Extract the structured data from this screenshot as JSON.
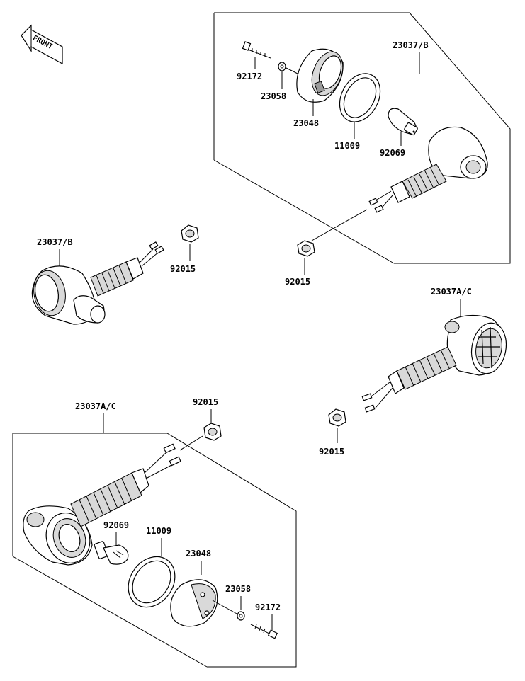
{
  "front_label": "FRONT",
  "labels": {
    "top_panel_assembly": "23037/B",
    "top_bolt": "92172",
    "top_washer": "23058",
    "top_lens": "23048",
    "top_gasket": "11009",
    "top_bulb": "92069",
    "top_nut": "92015",
    "mid_left_assembly": "23037/B",
    "mid_left_nut": "92015",
    "mid_right_assembly": "23037A/C",
    "mid_right_nut": "92015",
    "bottom_panel_assembly": "23037A/C",
    "bottom_nut": "92015",
    "bottom_bulb": "92069",
    "bottom_gasket": "11009",
    "bottom_lens": "23048",
    "bottom_washer": "23058",
    "bottom_bolt": "92172"
  }
}
